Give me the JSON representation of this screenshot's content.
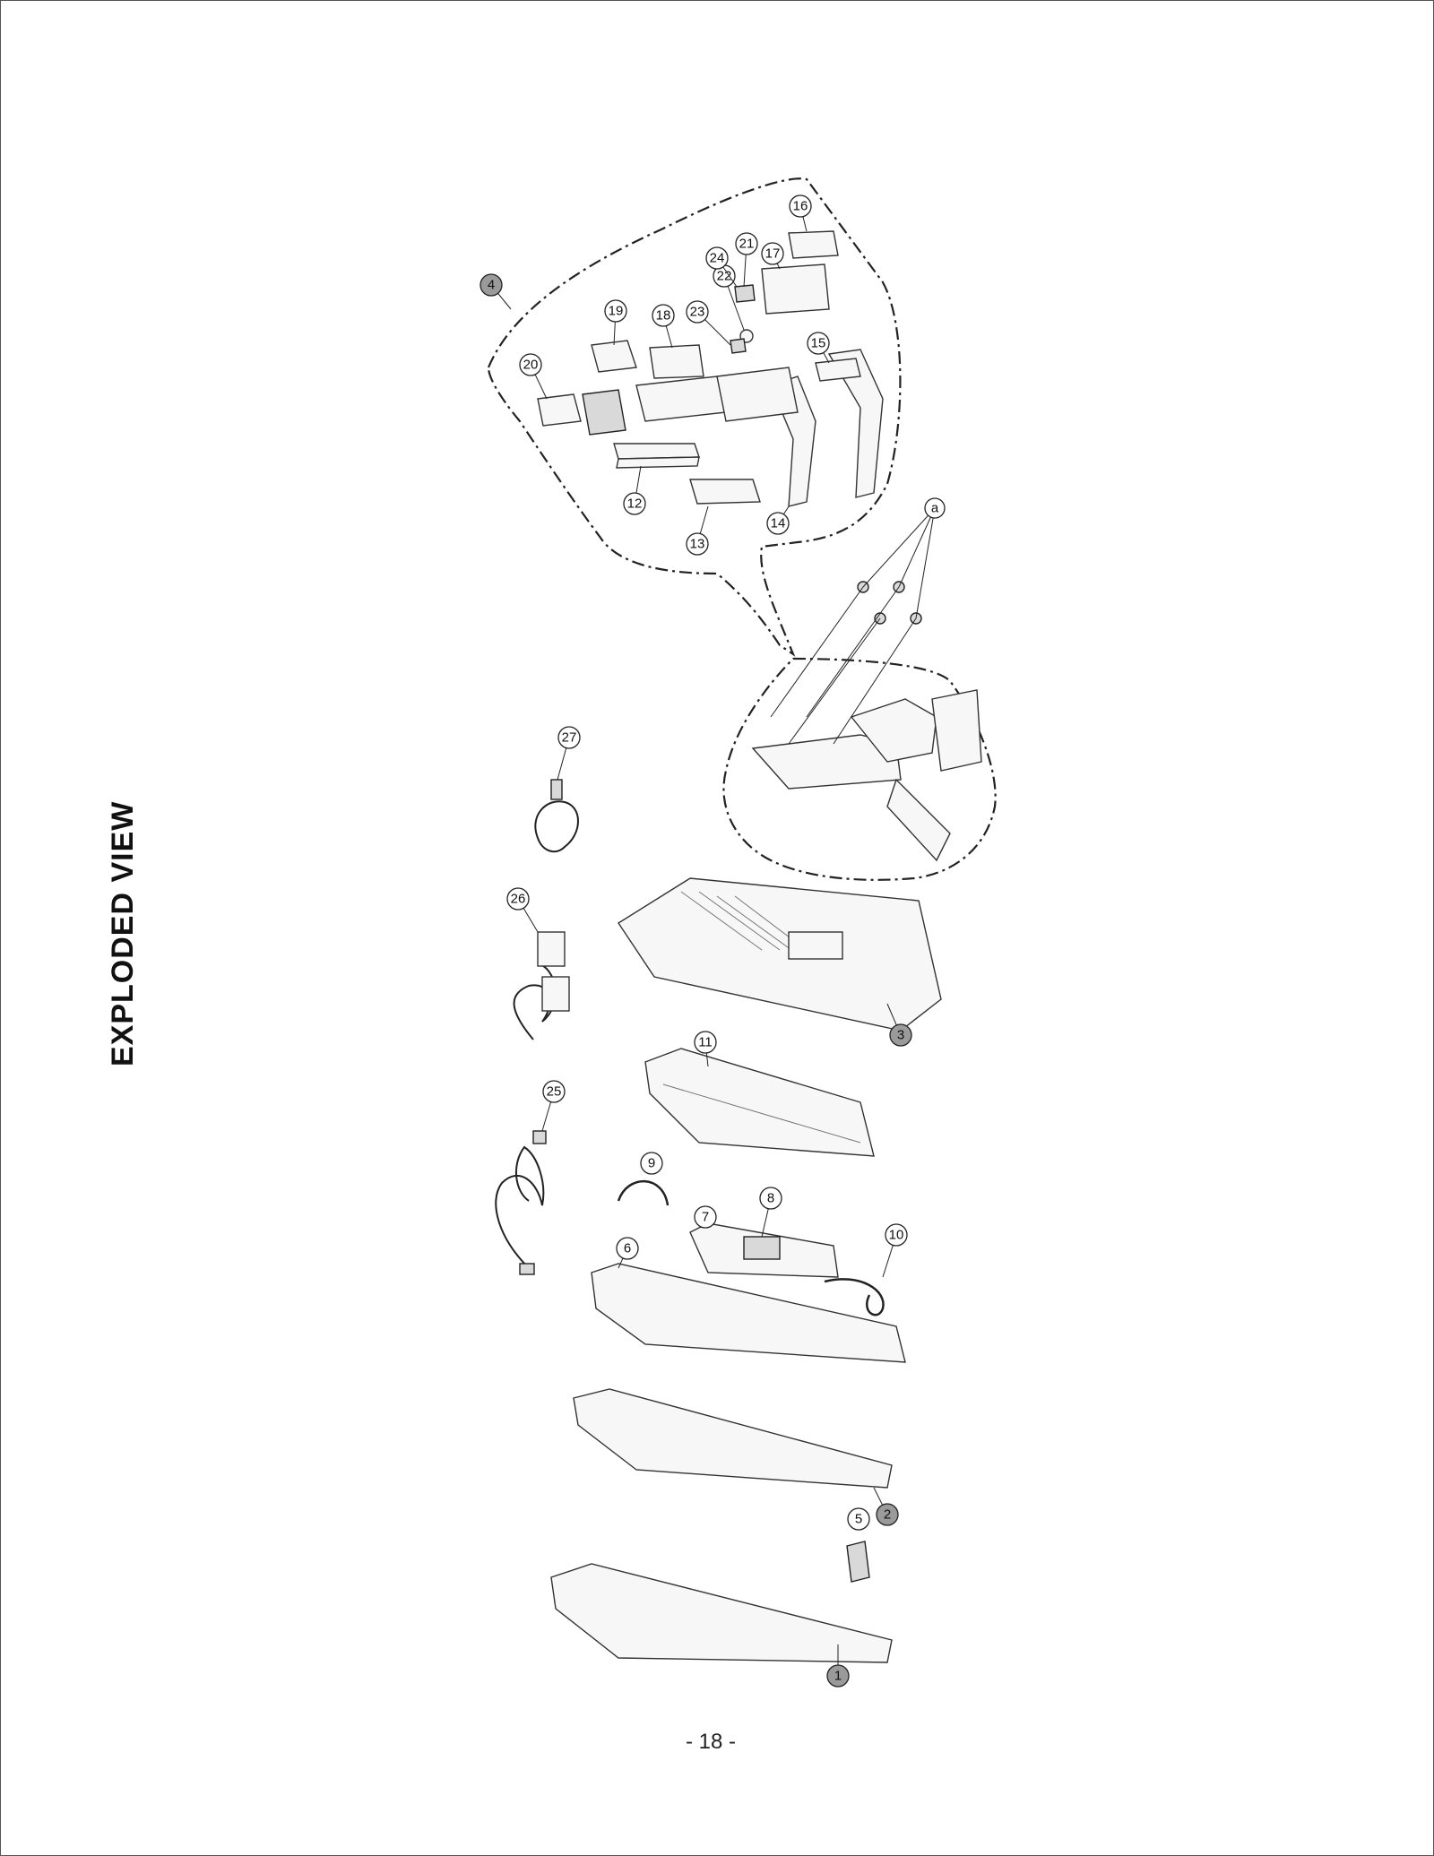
{
  "page": {
    "title": "EXPLODED VIEW",
    "page_number": "- 18 -"
  },
  "callouts": [
    {
      "label": "1",
      "style": "filled"
    },
    {
      "label": "2",
      "style": "filled"
    },
    {
      "label": "3",
      "style": "filled"
    },
    {
      "label": "4",
      "style": "filled"
    },
    {
      "label": "5",
      "style": "outline"
    },
    {
      "label": "6",
      "style": "outline"
    },
    {
      "label": "7",
      "style": "outline"
    },
    {
      "label": "8",
      "style": "outline"
    },
    {
      "label": "9",
      "style": "outline"
    },
    {
      "label": "10",
      "style": "outline"
    },
    {
      "label": "11",
      "style": "outline"
    },
    {
      "label": "12",
      "style": "outline"
    },
    {
      "label": "13",
      "style": "outline"
    },
    {
      "label": "14",
      "style": "outline"
    },
    {
      "label": "15",
      "style": "outline"
    },
    {
      "label": "16",
      "style": "outline"
    },
    {
      "label": "17",
      "style": "outline"
    },
    {
      "label": "18",
      "style": "outline"
    },
    {
      "label": "19",
      "style": "outline"
    },
    {
      "label": "20",
      "style": "outline"
    },
    {
      "label": "21",
      "style": "outline"
    },
    {
      "label": "22",
      "style": "outline"
    },
    {
      "label": "23",
      "style": "outline"
    },
    {
      "label": "24",
      "style": "outline"
    },
    {
      "label": "25",
      "style": "outline"
    },
    {
      "label": "26",
      "style": "outline"
    },
    {
      "label": "27",
      "style": "outline"
    },
    {
      "label": "a",
      "style": "outline"
    }
  ]
}
